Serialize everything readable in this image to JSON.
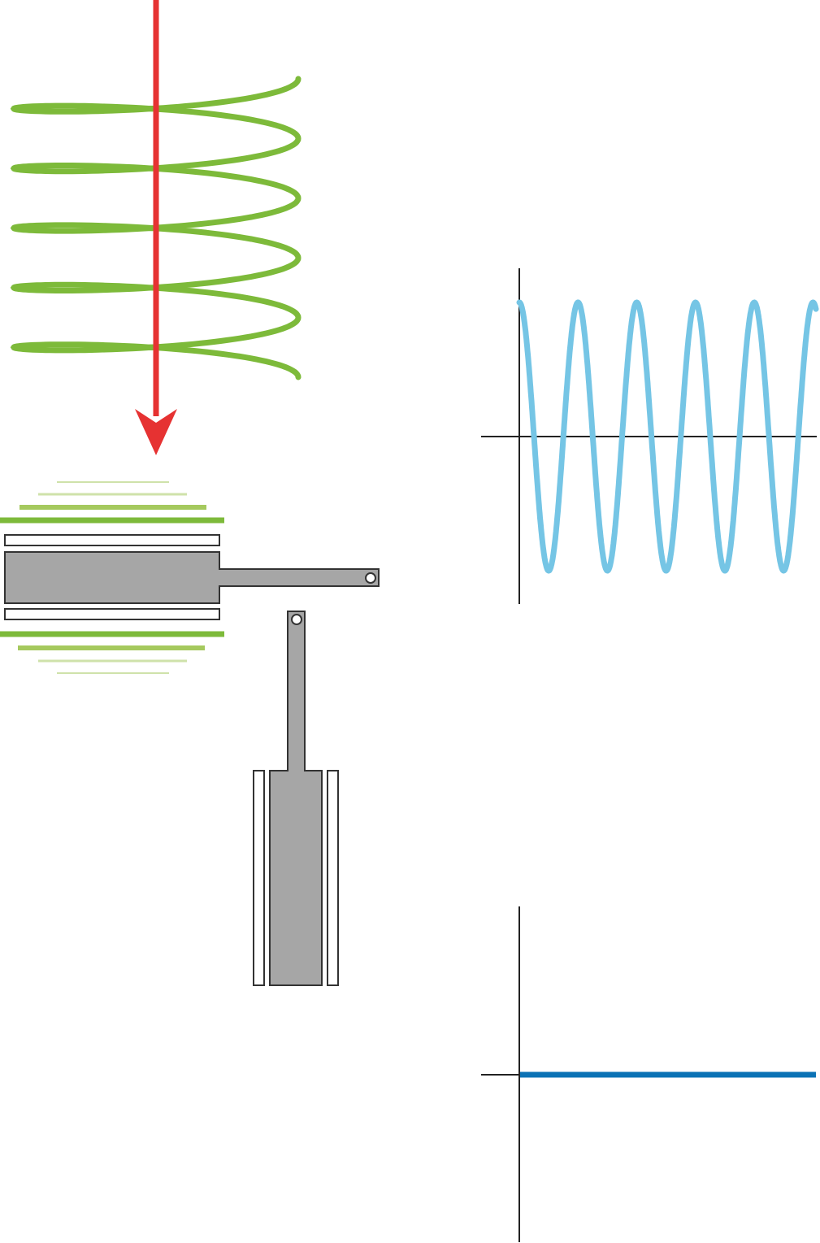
{
  "colors": {
    "spring": "#7dba3a",
    "arrow": "#e63232",
    "plate_fill": "#a6a6a6",
    "plate_stroke": "#333333",
    "axis": "#222222",
    "sine": "#75c5e5",
    "flat_line": "#0b72b5",
    "motion_line_strong": "#7dba3a",
    "motion_line_mid": "#a5c95e",
    "motion_line_faint": "#cfe2aa"
  },
  "diagram": {
    "icons": [
      "coil-spring-icon",
      "downward-arrow-icon",
      "vibrating-plate-icon",
      "stationary-plate-icon",
      "pivot-hole-icon"
    ],
    "spring_turns": 5,
    "top_plot_cycles": 5,
    "bottom_plot_level": 0
  }
}
